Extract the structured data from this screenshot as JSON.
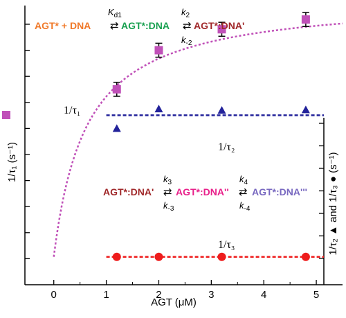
{
  "chart_data": {
    "type": "scatter",
    "xlabel": "AGT (μM)",
    "ylabel_left": "1/τ₁ (s⁻¹)",
    "ylabel_right": "1/τ₂ ▲ and 1/τ₃ ● (s⁻¹)",
    "xlim": [
      -0.55,
      5.5
    ],
    "xticks": [
      0,
      1,
      2,
      3,
      4,
      5
    ],
    "left_axis_tick_labels_shown": false,
    "right_axis_tick_labels_shown": false,
    "grid": false,
    "series": [
      {
        "name": "1/τ1",
        "marker": "square",
        "color": "#c050b8",
        "x": [
          1.2,
          2.0,
          3.2,
          4.8
        ],
        "y": [
          0.7,
          0.84,
          0.915,
          0.95
        ],
        "yerr": [
          0.025,
          0.025,
          0.025,
          0.025
        ],
        "fit": "hyperbolic-dashed",
        "fit_color": "#c050b8",
        "label": "1/τ₁"
      },
      {
        "name": "1/τ2",
        "marker": "triangle",
        "color": "#22229a",
        "x": [
          1.2,
          2.0,
          3.2,
          4.8
        ],
        "y": [
          0.56,
          0.63,
          0.625,
          0.627
        ],
        "fit": "constant-dashed",
        "fit_value": 0.607,
        "fit_color": "#22229a",
        "label": "1/τ₂"
      },
      {
        "name": "1/τ3",
        "marker": "circle",
        "color": "#ee1c1c",
        "x": [
          1.2,
          2.0,
          3.2,
          4.8
        ],
        "y": [
          0.1,
          0.1,
          0.1,
          0.1
        ],
        "fit": "constant-dashed",
        "fit_value": 0.1,
        "fit_color": "#ee1c1c",
        "label": "1/τ₃"
      }
    ]
  },
  "scheme_top": {
    "s1": "AGT* + DNA",
    "s2": "AGT*:DNA",
    "s3": "AGT*:DNA'",
    "k_d1": "K",
    "k_d1_sub": "d1",
    "k_2": "k",
    "k_2_sub": "2",
    "k_m2": "k",
    "k_m2_sub": "-2",
    "colors": {
      "s1": "#f07828",
      "s2": "#18a050",
      "s3": "#a0282a"
    }
  },
  "scheme_bottom": {
    "s1": "AGT*:DNA'",
    "s2": "AGT*:DNA''",
    "s3": "AGT*:DNA'''",
    "k_3": "k",
    "k_3_sub": "3",
    "k_m3": "k",
    "k_m3_sub": "-3",
    "k_4": "k",
    "k_4_sub": "4",
    "k_m4": "k",
    "k_m4_sub": "-4",
    "colors": {
      "s1": "#a0282a",
      "s2": "#e8208a",
      "s3": "#7868c0"
    }
  },
  "arrows": "⇄"
}
